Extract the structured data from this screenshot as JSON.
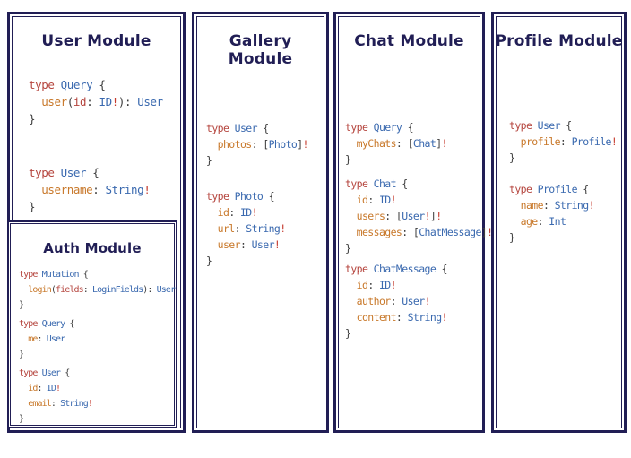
{
  "palette": {
    "navy": "#211e55",
    "keyword_red": "#b5453e",
    "type_blue": "#3a69af",
    "field_orange": "#c8782a",
    "punct_gray": "#3d3d3d",
    "bang_red": "#c53b2e",
    "background": "#ffffff"
  },
  "panels": [
    {
      "title": "User Module",
      "blocks": [
        [
          [
            {
              "t": "type ",
              "c": "kw"
            },
            {
              "t": "Query",
              "c": "ty"
            },
            {
              "t": " {",
              "c": "pn"
            }
          ],
          [
            {
              "t": "  ",
              "c": "pn"
            },
            {
              "t": "user",
              "c": "fld"
            },
            {
              "t": "(",
              "c": "pn"
            },
            {
              "t": "id",
              "c": "kw"
            },
            {
              "t": ": ",
              "c": "pn"
            },
            {
              "t": "ID",
              "c": "ty"
            },
            {
              "t": "!",
              "c": "bang"
            },
            {
              "t": "): ",
              "c": "pn"
            },
            {
              "t": "User",
              "c": "ty"
            }
          ],
          [
            {
              "t": "}",
              "c": "pn"
            }
          ]
        ],
        [
          [
            {
              "t": "type ",
              "c": "kw"
            },
            {
              "t": "User",
              "c": "ty"
            },
            {
              "t": " {",
              "c": "pn"
            }
          ],
          [
            {
              "t": "  ",
              "c": "pn"
            },
            {
              "t": "username",
              "c": "fld"
            },
            {
              "t": ": ",
              "c": "pn"
            },
            {
              "t": "String",
              "c": "ty"
            },
            {
              "t": "!",
              "c": "bang"
            }
          ],
          [
            {
              "t": "}",
              "c": "pn"
            }
          ]
        ]
      ]
    },
    {
      "title": "Gallery Module",
      "blocks": [
        [
          [
            {
              "t": "type ",
              "c": "kw"
            },
            {
              "t": "User",
              "c": "ty"
            },
            {
              "t": " {",
              "c": "pn"
            }
          ],
          [
            {
              "t": "  ",
              "c": "pn"
            },
            {
              "t": "photos",
              "c": "fld"
            },
            {
              "t": ": [",
              "c": "pn"
            },
            {
              "t": "Photo",
              "c": "ty"
            },
            {
              "t": "]",
              "c": "pn"
            },
            {
              "t": "!",
              "c": "bang"
            }
          ],
          [
            {
              "t": "}",
              "c": "pn"
            }
          ]
        ],
        [
          [
            {
              "t": "type ",
              "c": "kw"
            },
            {
              "t": "Photo",
              "c": "ty"
            },
            {
              "t": " {",
              "c": "pn"
            }
          ],
          [
            {
              "t": "  ",
              "c": "pn"
            },
            {
              "t": "id",
              "c": "fld"
            },
            {
              "t": ": ",
              "c": "pn"
            },
            {
              "t": "ID",
              "c": "ty"
            },
            {
              "t": "!",
              "c": "bang"
            }
          ],
          [
            {
              "t": "  ",
              "c": "pn"
            },
            {
              "t": "url",
              "c": "fld"
            },
            {
              "t": ": ",
              "c": "pn"
            },
            {
              "t": "String",
              "c": "ty"
            },
            {
              "t": "!",
              "c": "bang"
            }
          ],
          [
            {
              "t": "  ",
              "c": "pn"
            },
            {
              "t": "user",
              "c": "fld"
            },
            {
              "t": ": ",
              "c": "pn"
            },
            {
              "t": "User",
              "c": "ty"
            },
            {
              "t": "!",
              "c": "bang"
            }
          ],
          [
            {
              "t": "}",
              "c": "pn"
            }
          ]
        ]
      ]
    },
    {
      "title": "Chat Module",
      "blocks": [
        [
          [
            {
              "t": "type ",
              "c": "kw"
            },
            {
              "t": "Query",
              "c": "ty"
            },
            {
              "t": " {",
              "c": "pn"
            }
          ],
          [
            {
              "t": "  ",
              "c": "pn"
            },
            {
              "t": "myChats",
              "c": "fld"
            },
            {
              "t": ": [",
              "c": "pn"
            },
            {
              "t": "Chat",
              "c": "ty"
            },
            {
              "t": "]",
              "c": "pn"
            },
            {
              "t": "!",
              "c": "bang"
            }
          ],
          [
            {
              "t": "}",
              "c": "pn"
            }
          ]
        ],
        [
          [
            {
              "t": "type ",
              "c": "kw"
            },
            {
              "t": "Chat",
              "c": "ty"
            },
            {
              "t": " {",
              "c": "pn"
            }
          ],
          [
            {
              "t": "  ",
              "c": "pn"
            },
            {
              "t": "id",
              "c": "fld"
            },
            {
              "t": ": ",
              "c": "pn"
            },
            {
              "t": "ID",
              "c": "ty"
            },
            {
              "t": "!",
              "c": "bang"
            }
          ],
          [
            {
              "t": "  ",
              "c": "pn"
            },
            {
              "t": "users",
              "c": "fld"
            },
            {
              "t": ": [",
              "c": "pn"
            },
            {
              "t": "User",
              "c": "ty"
            },
            {
              "t": "!",
              "c": "bang"
            },
            {
              "t": "]",
              "c": "pn"
            },
            {
              "t": "!",
              "c": "bang"
            }
          ],
          [
            {
              "t": "  ",
              "c": "pn"
            },
            {
              "t": "messages",
              "c": "fld"
            },
            {
              "t": ": [",
              "c": "pn"
            },
            {
              "t": "ChatMessage",
              "c": "ty"
            },
            {
              "t": "]",
              "c": "pn"
            },
            {
              "t": "!",
              "c": "bang"
            }
          ],
          [
            {
              "t": "}",
              "c": "pn"
            }
          ]
        ],
        [
          [
            {
              "t": "type ",
              "c": "kw"
            },
            {
              "t": "ChatMessage",
              "c": "ty"
            },
            {
              "t": " {",
              "c": "pn"
            }
          ],
          [
            {
              "t": "  ",
              "c": "pn"
            },
            {
              "t": "id",
              "c": "fld"
            },
            {
              "t": ": ",
              "c": "pn"
            },
            {
              "t": "ID",
              "c": "ty"
            },
            {
              "t": "!",
              "c": "bang"
            }
          ],
          [
            {
              "t": "  ",
              "c": "pn"
            },
            {
              "t": "author",
              "c": "fld"
            },
            {
              "t": ": ",
              "c": "pn"
            },
            {
              "t": "User",
              "c": "ty"
            },
            {
              "t": "!",
              "c": "bang"
            }
          ],
          [
            {
              "t": "  ",
              "c": "pn"
            },
            {
              "t": "content",
              "c": "fld"
            },
            {
              "t": ": ",
              "c": "pn"
            },
            {
              "t": "String",
              "c": "ty"
            },
            {
              "t": "!",
              "c": "bang"
            }
          ],
          [
            {
              "t": "}",
              "c": "pn"
            }
          ]
        ]
      ]
    },
    {
      "title": "Profile Module",
      "blocks": [
        [
          [
            {
              "t": "type ",
              "c": "kw"
            },
            {
              "t": "User",
              "c": "ty"
            },
            {
              "t": " {",
              "c": "pn"
            }
          ],
          [
            {
              "t": "  ",
              "c": "pn"
            },
            {
              "t": "profile",
              "c": "fld"
            },
            {
              "t": ": ",
              "c": "pn"
            },
            {
              "t": "Profile",
              "c": "ty"
            },
            {
              "t": "!",
              "c": "bang"
            }
          ],
          [
            {
              "t": "}",
              "c": "pn"
            }
          ]
        ],
        [
          [
            {
              "t": "type ",
              "c": "kw"
            },
            {
              "t": "Profile",
              "c": "ty"
            },
            {
              "t": " {",
              "c": "pn"
            }
          ],
          [
            {
              "t": "  ",
              "c": "pn"
            },
            {
              "t": "name",
              "c": "fld"
            },
            {
              "t": ": ",
              "c": "pn"
            },
            {
              "t": "String",
              "c": "ty"
            },
            {
              "t": "!",
              "c": "bang"
            }
          ],
          [
            {
              "t": "  ",
              "c": "pn"
            },
            {
              "t": "age",
              "c": "fld"
            },
            {
              "t": ": ",
              "c": "pn"
            },
            {
              "t": "Int",
              "c": "ty"
            }
          ],
          [
            {
              "t": "}",
              "c": "pn"
            }
          ]
        ]
      ]
    }
  ],
  "auth_module": {
    "title": "Auth Module",
    "blocks": [
      [
        [
          {
            "t": "type ",
            "c": "kw"
          },
          {
            "t": "Mutation",
            "c": "ty"
          },
          {
            "t": " {",
            "c": "pn"
          }
        ],
        [
          {
            "t": "  ",
            "c": "pn"
          },
          {
            "t": "login",
            "c": "fld"
          },
          {
            "t": "(",
            "c": "pn"
          },
          {
            "t": "fields",
            "c": "kw"
          },
          {
            "t": ": ",
            "c": "pn"
          },
          {
            "t": "LoginFields",
            "c": "ty"
          },
          {
            "t": "): ",
            "c": "pn"
          },
          {
            "t": "User",
            "c": "ty"
          }
        ],
        [
          {
            "t": "}",
            "c": "pn"
          }
        ]
      ],
      [
        [
          {
            "t": "type ",
            "c": "kw"
          },
          {
            "t": "Query",
            "c": "ty"
          },
          {
            "t": " {",
            "c": "pn"
          }
        ],
        [
          {
            "t": "  ",
            "c": "pn"
          },
          {
            "t": "me",
            "c": "fld"
          },
          {
            "t": ": ",
            "c": "pn"
          },
          {
            "t": "User",
            "c": "ty"
          }
        ],
        [
          {
            "t": "}",
            "c": "pn"
          }
        ]
      ],
      [
        [
          {
            "t": "type ",
            "c": "kw"
          },
          {
            "t": "User",
            "c": "ty"
          },
          {
            "t": " {",
            "c": "pn"
          }
        ],
        [
          {
            "t": "  ",
            "c": "pn"
          },
          {
            "t": "id",
            "c": "fld"
          },
          {
            "t": ": ",
            "c": "pn"
          },
          {
            "t": "ID",
            "c": "ty"
          },
          {
            "t": "!",
            "c": "bang"
          }
        ],
        [
          {
            "t": "  ",
            "c": "pn"
          },
          {
            "t": "email",
            "c": "fld"
          },
          {
            "t": ": ",
            "c": "pn"
          },
          {
            "t": "String",
            "c": "ty"
          },
          {
            "t": "!",
            "c": "bang"
          }
        ],
        [
          {
            "t": "}",
            "c": "pn"
          }
        ]
      ]
    ]
  }
}
